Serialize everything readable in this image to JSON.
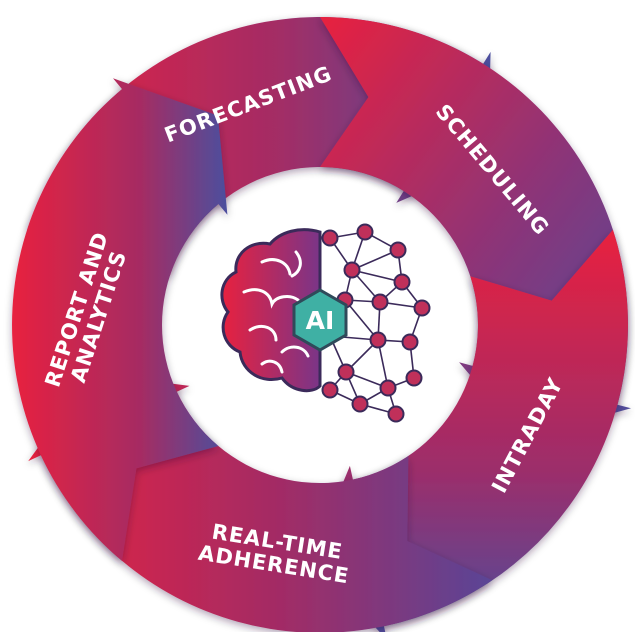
{
  "diagram": {
    "segments": [
      {
        "id": "forecasting",
        "lines": [
          "FORECASTING"
        ]
      },
      {
        "id": "scheduling",
        "lines": [
          "SCHEDULING"
        ]
      },
      {
        "id": "intraday",
        "lines": [
          "INTRADAY"
        ]
      },
      {
        "id": "realtime",
        "lines": [
          "REAL-TIME",
          "ADHERENCE"
        ]
      },
      {
        "id": "report",
        "lines": [
          "REPORT AND",
          "ANALYTICS"
        ]
      }
    ],
    "center": {
      "badge": "AI"
    },
    "colors": {
      "red": "#e8213f",
      "magenta": "#b22a5c",
      "purple": "#6b3a8a",
      "indigo": "#4b4f9e",
      "teal": "#3fb0a4",
      "node": "#c0305a"
    }
  }
}
